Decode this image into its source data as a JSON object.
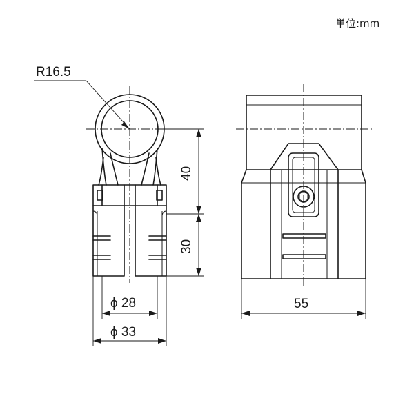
{
  "unit_label": "単位:mm",
  "dimensions": {
    "radius": "R16.5",
    "height_upper": "40",
    "height_lower": "30",
    "dia_inner": "ϕ 28",
    "dia_outer": "ϕ 33",
    "width": "55"
  }
}
